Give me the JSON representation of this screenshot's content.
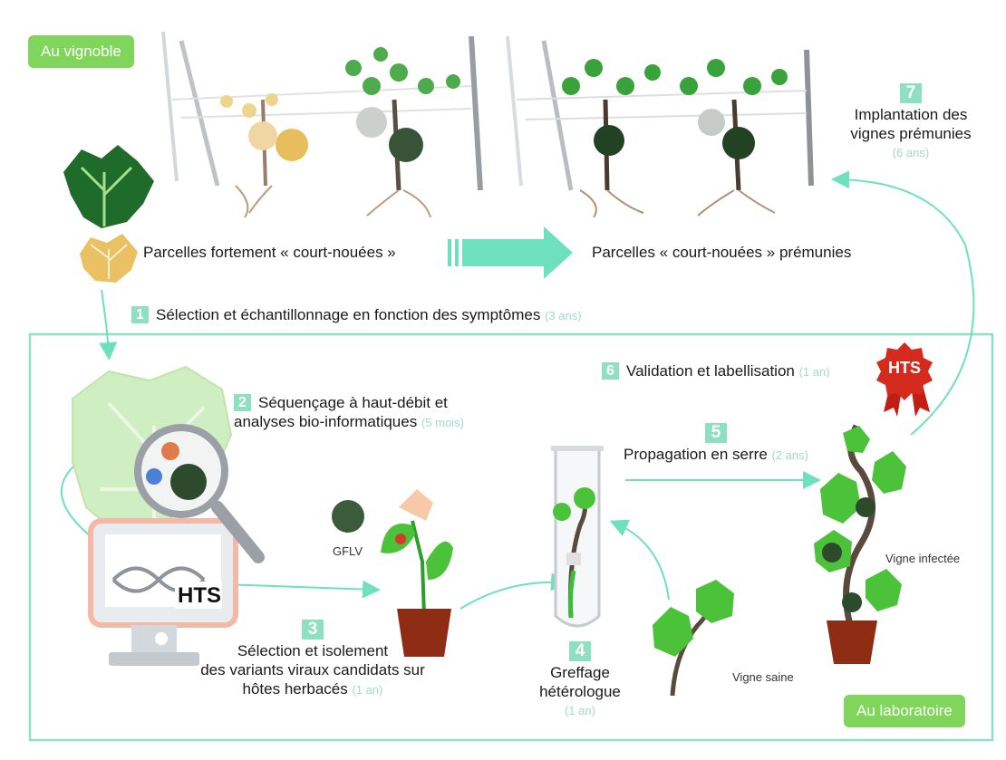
{
  "tags": {
    "vignoble": "Au vignoble",
    "laboratoire": "Au laboratoire"
  },
  "top": {
    "left_caption": "Parcelles fortement « court-nouées »",
    "right_caption": "Parcelles « court-nouées » prémunies"
  },
  "steps": [
    {
      "num": "1",
      "text": "Sélection et échantillonnage en fonction des symptômes",
      "duration": "(3 ans)"
    },
    {
      "num": "2",
      "line1": "Séquençage à haut-débit et",
      "line2": "analyses bio-informatiques",
      "duration": "(5 mois)"
    },
    {
      "num": "3",
      "line1": "Sélection et isolement",
      "line2": "des variants viraux candidats sur",
      "line3": "hôtes herbacés",
      "duration": "(1 an)"
    },
    {
      "num": "4",
      "line1": "Greffage",
      "line2": "hétérologue",
      "duration": "(1 an)"
    },
    {
      "num": "5",
      "text": "Propagation en serre",
      "duration": "(2 ans)"
    },
    {
      "num": "6",
      "text": "Validation et labellisation",
      "duration": "(1 an)"
    },
    {
      "num": "7",
      "line1": "Implantation des",
      "line2": "vignes prémunies",
      "duration": "(6 ans)"
    }
  ],
  "small_labels": {
    "gflv": "GFLV",
    "vigne_infectee": "Vigne infectée",
    "vigne_saine": "Vigne saine",
    "hts_screen": "HTS",
    "hts_badge": "HTS"
  },
  "colors": {
    "mint": "#8fe0c1",
    "green_tag": "#7fd65a",
    "hts_red": "#d42b1e"
  }
}
